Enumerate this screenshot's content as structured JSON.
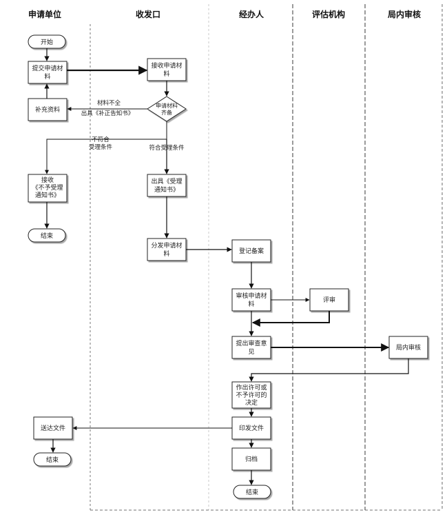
{
  "lanes": {
    "applicant": "申请单位",
    "reception": "收发口",
    "handler": "经办人",
    "assessor": "评估机构",
    "review": "局内审核"
  },
  "nodes": {
    "start": "开始",
    "submit": [
      "提交申请材",
      "料"
    ],
    "supplement": "补充资料",
    "not_accepted_notice": [
      "接收",
      "《不予受理",
      "通知书》"
    ],
    "end_applicant_1": "结束",
    "receive": [
      "接收申请材",
      "料"
    ],
    "check": [
      "申请材料",
      "齐备"
    ],
    "accept_notice": [
      "出具《受理",
      "通知书》"
    ],
    "distribute": [
      "分发申请材",
      "料"
    ],
    "register": "登记备案",
    "review_materials": [
      "审核申请材",
      "料"
    ],
    "evaluate": "评审",
    "draft_opinion": [
      "提出审查意",
      "见"
    ],
    "internal_review": "局内审核",
    "decision": [
      "作出许可或",
      "不予许可的",
      "决定"
    ],
    "issue_doc": "印发文件",
    "archive": "归档",
    "end_handler": "结束",
    "deliver": "送达文件",
    "end_applicant_2": "结束"
  },
  "edges": {
    "incomplete_1": "材料不全",
    "incomplete_2": "出具《补正告知书》",
    "not_qualified_1": "不符合",
    "not_qualified_2": "受理条件",
    "qualified": "符合受理条件"
  }
}
